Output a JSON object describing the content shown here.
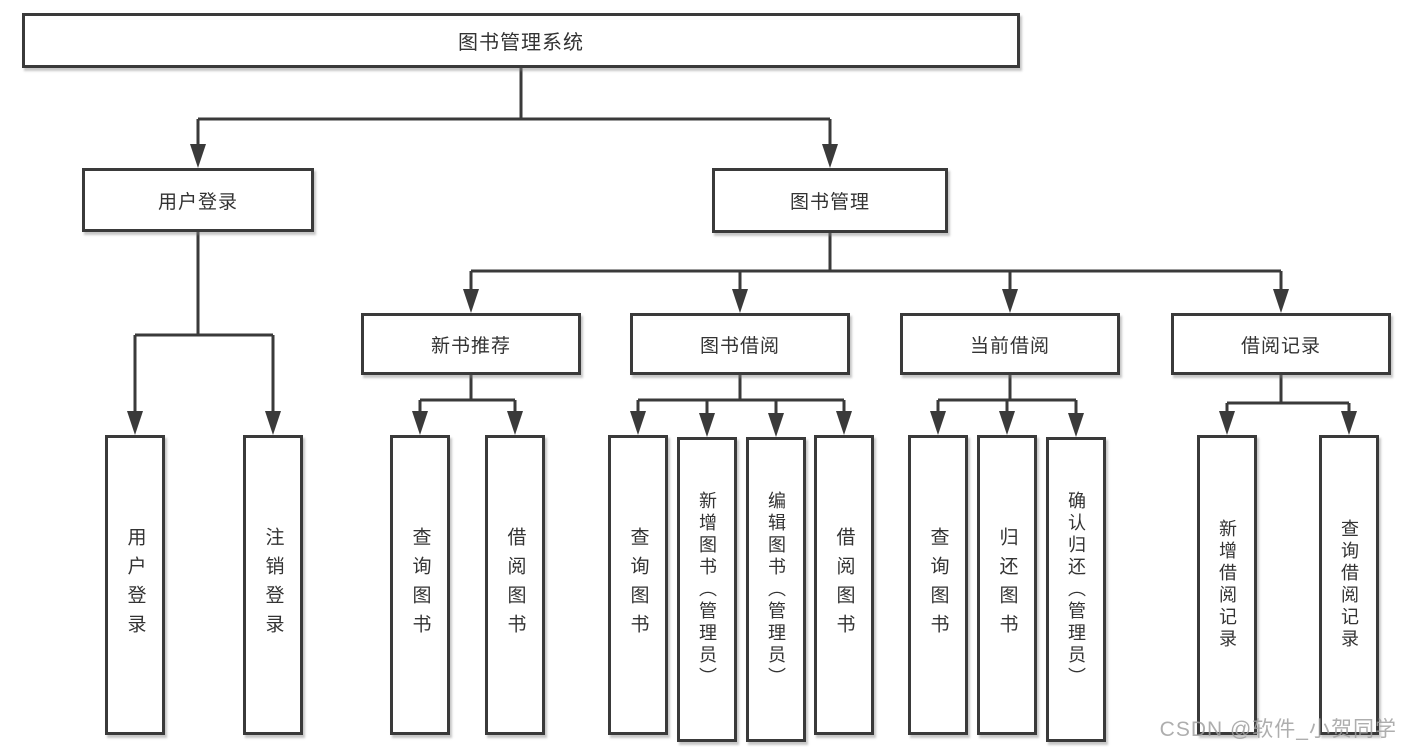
{
  "tree": {
    "label": "图书管理系统",
    "children": [
      {
        "label": "用户登录",
        "children": [
          {
            "label": "用户登录"
          },
          {
            "label": "注销登录"
          }
        ]
      },
      {
        "label": "图书管理",
        "children": [
          {
            "label": "新书推荐",
            "children": [
              {
                "label": "查询图书"
              },
              {
                "label": "借阅图书"
              }
            ]
          },
          {
            "label": "图书借阅",
            "children": [
              {
                "label": "查询图书"
              },
              {
                "label": "新增图书（管理员）"
              },
              {
                "label": "编辑图书（管理员）"
              },
              {
                "label": "借阅图书"
              }
            ]
          },
          {
            "label": "当前借阅",
            "children": [
              {
                "label": "查询图书"
              },
              {
                "label": "归还图书"
              },
              {
                "label": "确认归还（管理员）"
              }
            ]
          },
          {
            "label": "借阅记录",
            "children": [
              {
                "label": "新增借阅记录"
              },
              {
                "label": "查询借阅记录"
              }
            ]
          }
        ]
      }
    ]
  },
  "watermark": {
    "text": "CSDN @软件_小贺同学"
  },
  "colors": {
    "line": "#3a3a3a",
    "box_border": "#3a3a3a",
    "box_fill": "#ffffff",
    "text": "#333333",
    "background": "#ffffff",
    "watermark": "#a0a0a0"
  }
}
